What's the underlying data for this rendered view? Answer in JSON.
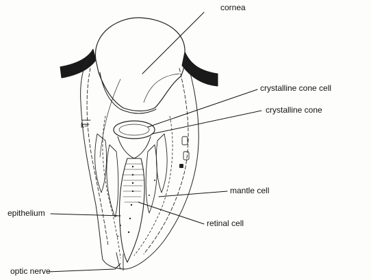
{
  "labels": {
    "cornea": "cornea",
    "crystalline_cone_cell": "crystalline cone cell",
    "crystalline_cone": "crystalline cone",
    "mantle_cell": "mantle cell",
    "epithelium": "epithelium",
    "retinal_cell": "retinal cell",
    "optic_nerve": "optic nerve"
  },
  "small_mark": "k=",
  "colors": {
    "ink": "#111111",
    "pigment": "#1a1a1a",
    "paper": "#fdfdfb"
  }
}
